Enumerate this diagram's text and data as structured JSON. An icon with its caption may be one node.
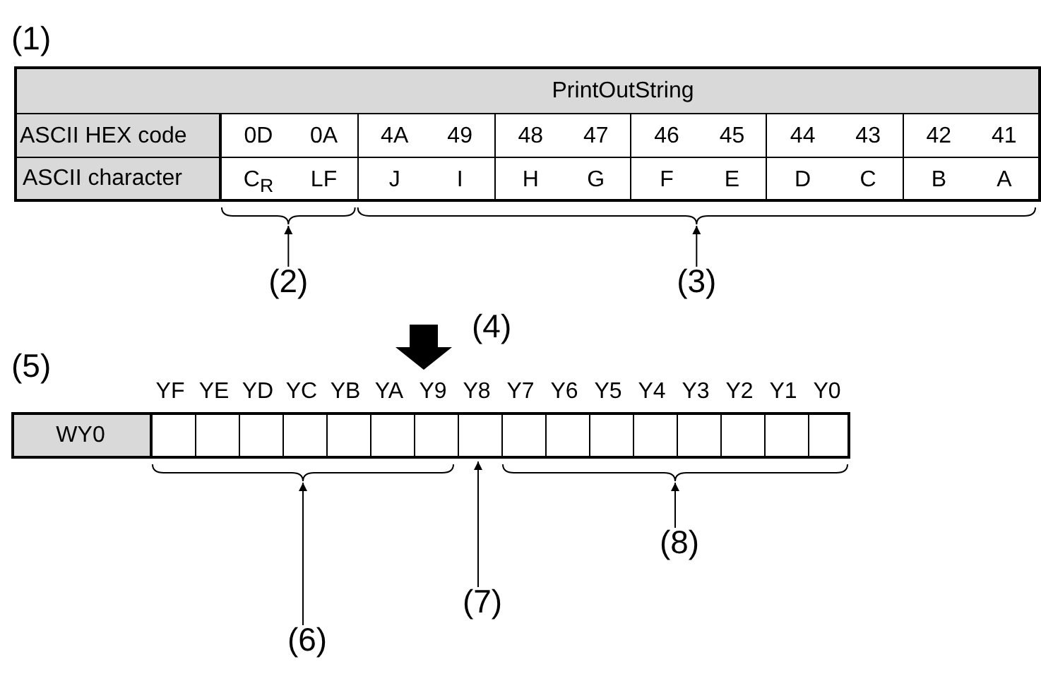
{
  "diagram": {
    "nodes": [
      {
        "text": [],
        "shape": "box",
        "beside": [
          "(1)"
        ]
      },
      {
        "text": [
          "WY0"
        ],
        "beside": [
          "(5)",
          "YF",
          "YE",
          "YD",
          "YC",
          "YB",
          "YA",
          "Y9",
          "Y8",
          "Y7",
          "Y6",
          "Y5",
          "Y4",
          "Y3",
          "Y2",
          "Y1",
          "Y0"
        ]
      },
      {
        "text": [
          "(2)"
        ]
      },
      {
        "text": [
          "(3)"
        ]
      },
      {
        "text": [
          "(6)"
        ]
      },
      {
        "text": [
          "(7)"
        ]
      },
      {
        "text": [
          "(8)"
        ]
      }
    ],
    "edges": [
      {
        "from": null,
        "to": 1,
        "arrow": "to",
        "style": "thick"
      },
      {
        "from": 2,
        "to": 0,
        "arrow": "to"
      },
      {
        "from": 3,
        "to": 0,
        "arrow": "to"
      },
      {
        "from": 4,
        "to": 1,
        "arrow": "to"
      },
      {
        "from": 5,
        "to": 1,
        "arrow": "to"
      },
      {
        "from": 6,
        "to": 1,
        "arrow": "to"
      }
    ],
    "labels": [
      "PrintOutString",
      "ASCII HEX code",
      "0D",
      "0A",
      "4A",
      "49",
      "48",
      "47",
      "46",
      "45",
      "44",
      "43",
      "42",
      "41",
      "ASCII character",
      "C$_{R}$",
      "LF",
      "J",
      "I",
      "H",
      "G",
      "F",
      "E",
      "D",
      "C",
      "B",
      "A",
      "(4)"
    ]
  }
}
